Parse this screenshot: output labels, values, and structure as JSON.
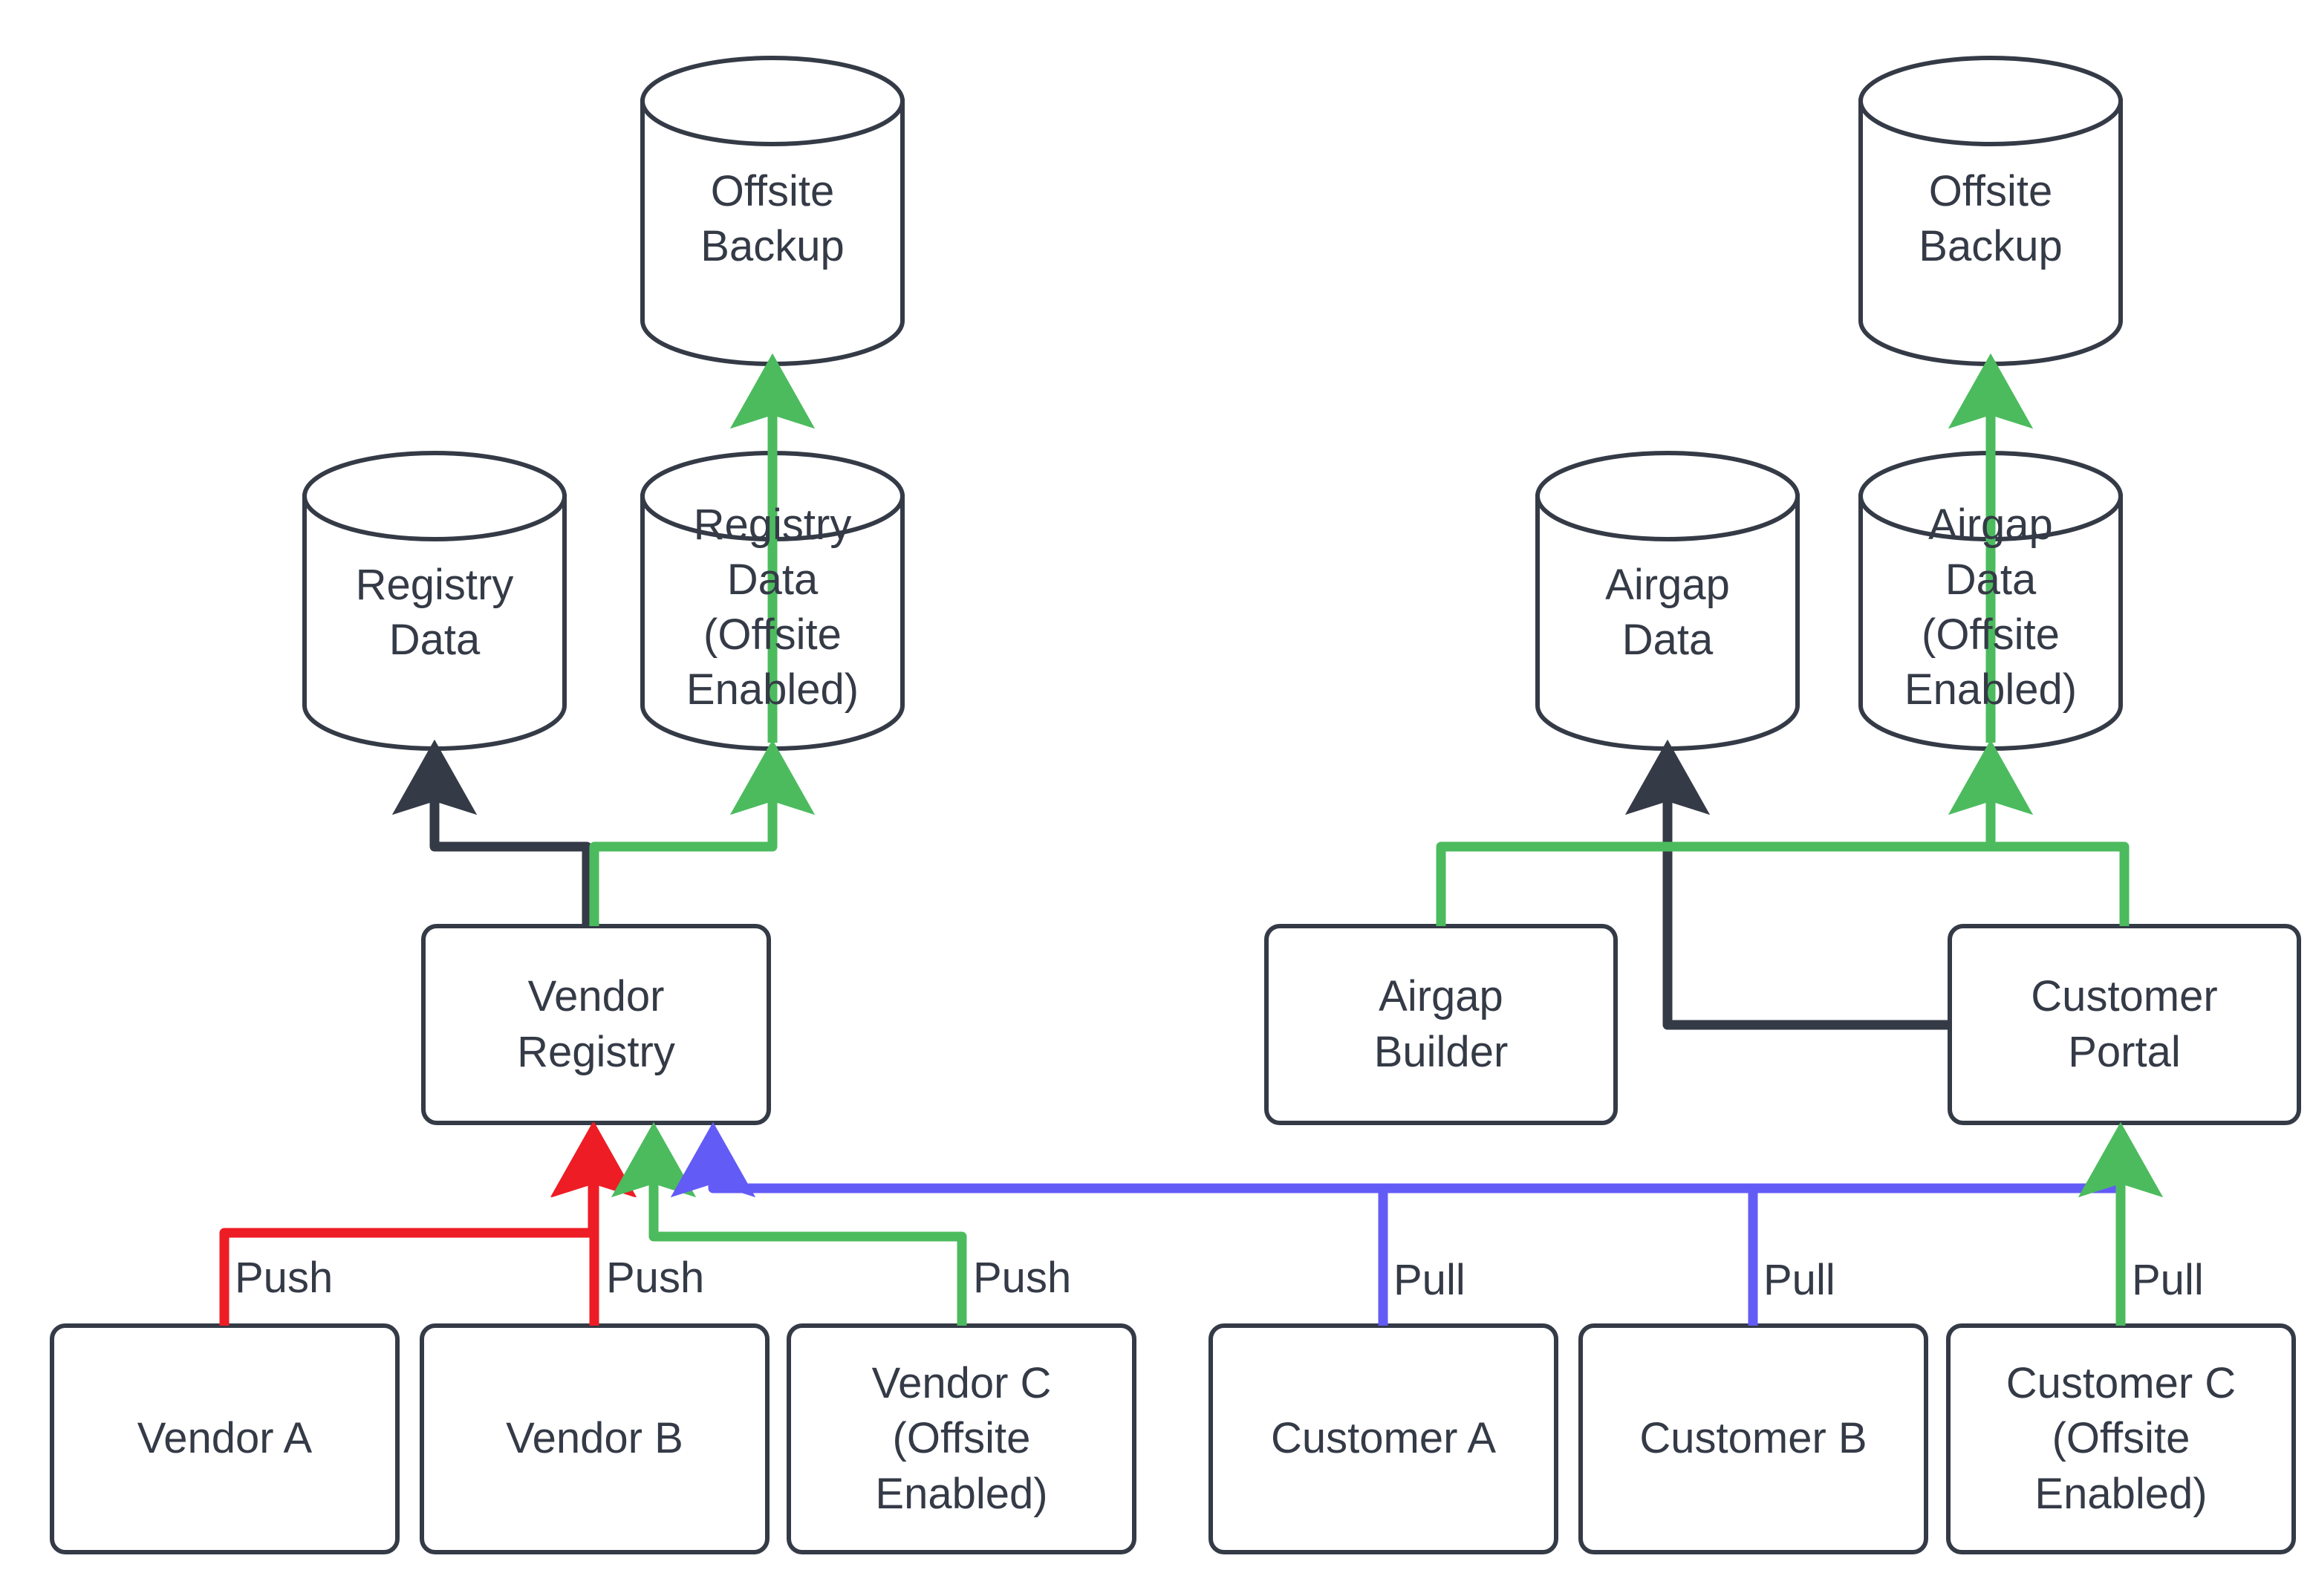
{
  "diagram": {
    "title": "Vendor Registry and Airgap Distribution Flow",
    "colors": {
      "stroke": "#343a46",
      "fill": "#ffffff",
      "background": "#ffffff",
      "push_red": "#ee1c25",
      "flow_green": "#4cbb5e",
      "pull_blue": "#635bf6",
      "dark_edge": "#343a46",
      "text": "#343a46"
    },
    "nodes": {
      "offsite_backup_left": {
        "label": "Offsite\nBackup",
        "shape": "cylinder"
      },
      "registry_data": {
        "label": "Registry\nData",
        "shape": "cylinder"
      },
      "registry_data_offsite": {
        "label": "Registry\nData\n(Offsite\nEnabled)",
        "shape": "cylinder"
      },
      "vendor_registry": {
        "label": "Vendor\nRegistry",
        "shape": "rounded-rect"
      },
      "vendor_a": {
        "label": "Vendor A",
        "shape": "rounded-rect"
      },
      "vendor_b": {
        "label": "Vendor B",
        "shape": "rounded-rect"
      },
      "vendor_c": {
        "label": "Vendor C\n(Offsite\nEnabled)",
        "shape": "rounded-rect"
      },
      "offsite_backup_right": {
        "label": "Offsite\nBackup",
        "shape": "cylinder"
      },
      "airgap_data": {
        "label": "Airgap\nData",
        "shape": "cylinder"
      },
      "airgap_data_offsite": {
        "label": "Airgap\nData\n(Offsite\nEnabled)",
        "shape": "cylinder"
      },
      "airgap_builder": {
        "label": "Airgap\nBuilder",
        "shape": "rounded-rect"
      },
      "customer_portal": {
        "label": "Customer\nPortal",
        "shape": "rounded-rect"
      },
      "customer_a": {
        "label": "Customer A",
        "shape": "rounded-rect"
      },
      "customer_b": {
        "label": "Customer B",
        "shape": "rounded-rect"
      },
      "customer_c": {
        "label": "Customer C\n(Offsite\nEnabled)",
        "shape": "rounded-rect"
      }
    },
    "edge_labels": {
      "push_vendor_a": "Push",
      "push_vendor_b": "Push",
      "push_vendor_c": "Push",
      "pull_customer_a": "Pull",
      "pull_customer_b": "Pull",
      "pull_customer_c": "Pull"
    },
    "edges": [
      {
        "from": "vendor_a",
        "to": "vendor_registry",
        "label": "Push",
        "color": "push_red"
      },
      {
        "from": "vendor_b",
        "to": "vendor_registry",
        "label": "Push",
        "color": "push_red"
      },
      {
        "from": "vendor_c",
        "to": "vendor_registry",
        "label": "Push",
        "color": "flow_green"
      },
      {
        "from": "customer_a",
        "to": "vendor_registry",
        "label": "Pull",
        "color": "pull_blue"
      },
      {
        "from": "customer_b",
        "to": "vendor_registry",
        "label": "Pull",
        "color": "pull_blue"
      },
      {
        "from": "customer_c",
        "to": "customer_portal",
        "label": "Pull",
        "color": "flow_green"
      },
      {
        "from": "vendor_registry",
        "to": "registry_data",
        "label": "",
        "color": "dark_edge"
      },
      {
        "from": "vendor_registry",
        "to": "registry_data_offsite",
        "label": "",
        "color": "flow_green"
      },
      {
        "from": "registry_data_offsite",
        "to": "offsite_backup_left",
        "label": "",
        "color": "flow_green"
      },
      {
        "from": "customer_portal",
        "to": "airgap_data",
        "label": "",
        "color": "dark_edge"
      },
      {
        "from": "airgap_builder",
        "to": "airgap_data_offsite",
        "label": "",
        "color": "flow_green"
      },
      {
        "from": "customer_portal",
        "to": "airgap_data_offsite",
        "label": "",
        "color": "flow_green"
      },
      {
        "from": "airgap_data_offsite",
        "to": "offsite_backup_right",
        "label": "",
        "color": "flow_green"
      }
    ]
  }
}
